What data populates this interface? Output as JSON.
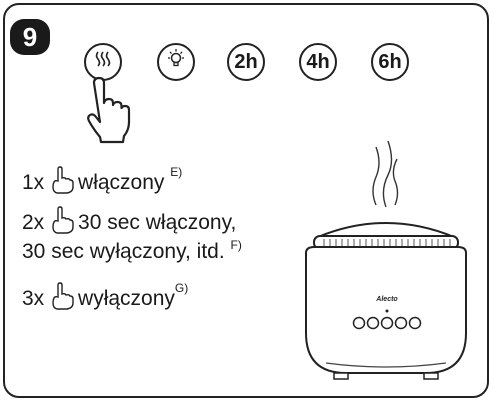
{
  "step_number": "9",
  "buttons": [
    {
      "icon": "mist-icon",
      "label": ""
    },
    {
      "icon": "light-bulb-icon",
      "label": ""
    },
    {
      "icon": "timer-icon",
      "label": "2h"
    },
    {
      "icon": "timer-icon",
      "label": "4h"
    },
    {
      "icon": "timer-icon",
      "label": "6h"
    }
  ],
  "instructions": [
    {
      "prefix": "1x",
      "text": "włączony",
      "note": "E)"
    },
    {
      "prefix": "2x",
      "text": "30 sec włączony,",
      "text2": "30 sec wyłączony, itd.",
      "note": "F)"
    },
    {
      "prefix": "3x",
      "text": "wyłączony",
      "note": "G)"
    }
  ],
  "device": {
    "brand": "Alecto"
  }
}
